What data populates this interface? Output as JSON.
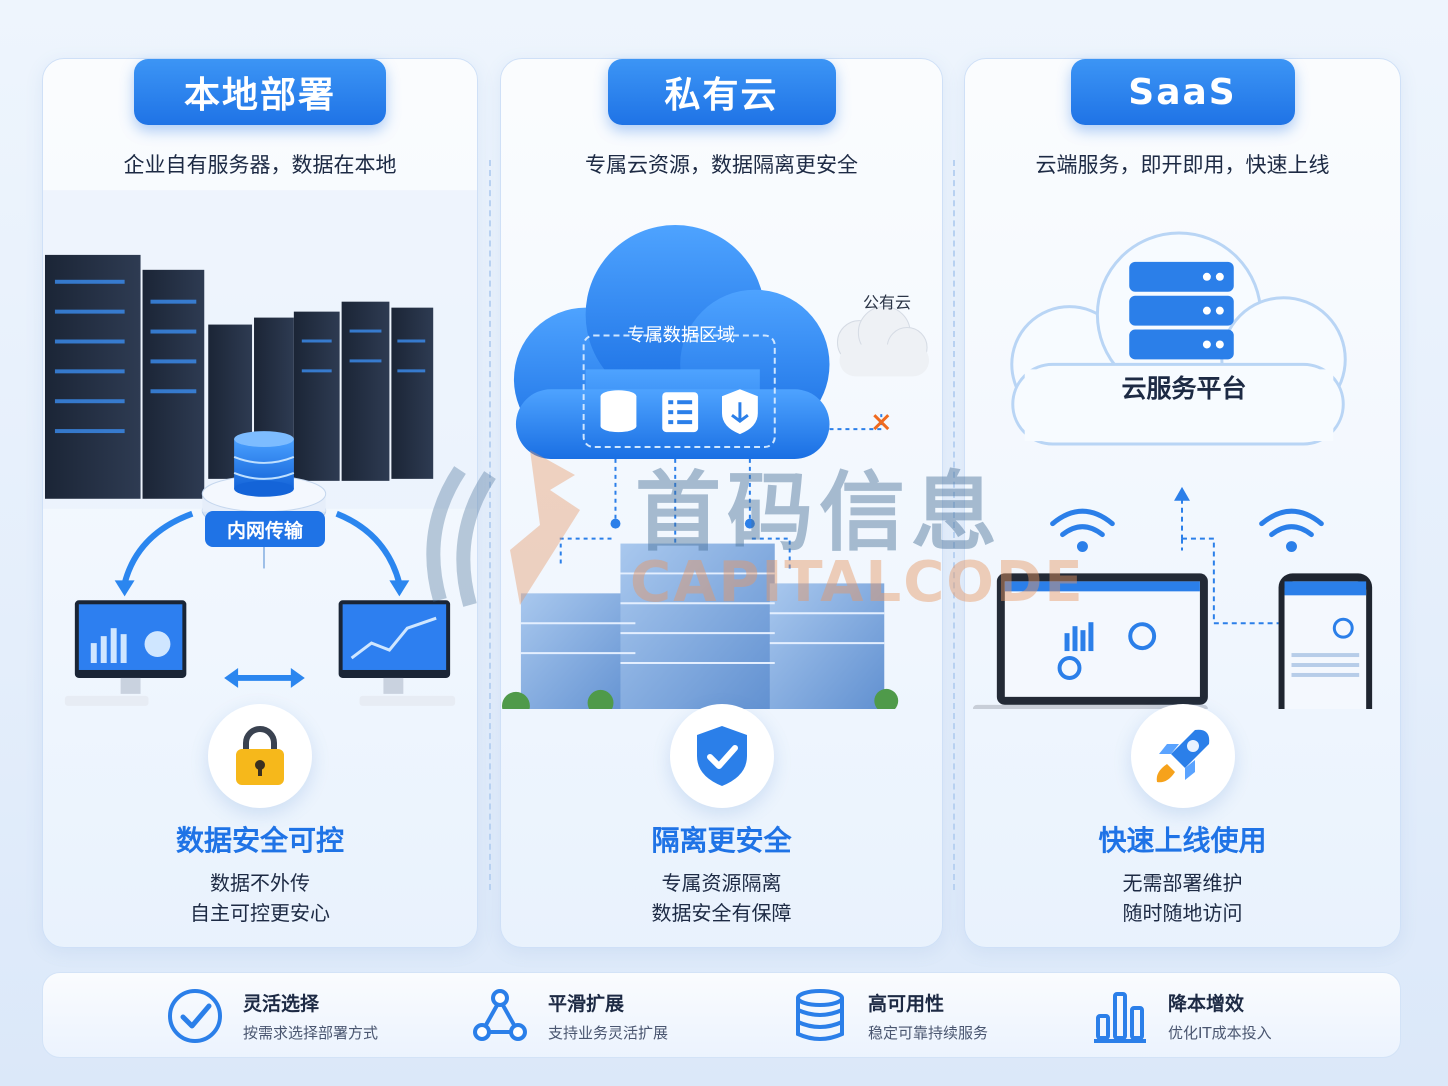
{
  "panels": [
    {
      "title": "本地部署",
      "subtitle": "企业自有服务器，数据在本地",
      "illustration_label": "内网传输",
      "feature_icon": "lock-icon",
      "feature_title": "数据安全可控",
      "feature_lines": [
        "数据不外传",
        "自主可控更安心"
      ]
    },
    {
      "title": "私有云",
      "subtitle": "专属云资源，数据隔离更安全",
      "cloud_region_label": "专属数据区域",
      "public_cloud_label": "公有云",
      "feature_icon": "shield-check-icon",
      "feature_title": "隔离更安全",
      "feature_lines": [
        "专属资源隔离",
        "数据安全有保障"
      ]
    },
    {
      "title": "SaaS",
      "subtitle": "云端服务，即开即用，快速上线",
      "cloud_label": "云服务平台",
      "feature_icon": "rocket-icon",
      "feature_title": "快速上线使用",
      "feature_lines": [
        "无需部署维护",
        "随时随地访问"
      ]
    }
  ],
  "bottom_features": [
    {
      "icon": "check-circle-icon",
      "title": "灵活选择",
      "subtitle": "按需求选择部署方式"
    },
    {
      "icon": "network-icon",
      "title": "平滑扩展",
      "subtitle": "支持业务灵活扩展"
    },
    {
      "icon": "database-icon",
      "title": "高可用性",
      "subtitle": "稳定可靠持续服务"
    },
    {
      "icon": "bar-chart-icon",
      "title": "降本增效",
      "subtitle": "优化IT成本投入"
    }
  ],
  "watermark": {
    "cn": "首码信息",
    "en": "CAPITALCODE"
  },
  "colors": {
    "accent": "#1f73e6",
    "accent_light": "#3c95f5",
    "panel_border": "#cfe0f7"
  }
}
